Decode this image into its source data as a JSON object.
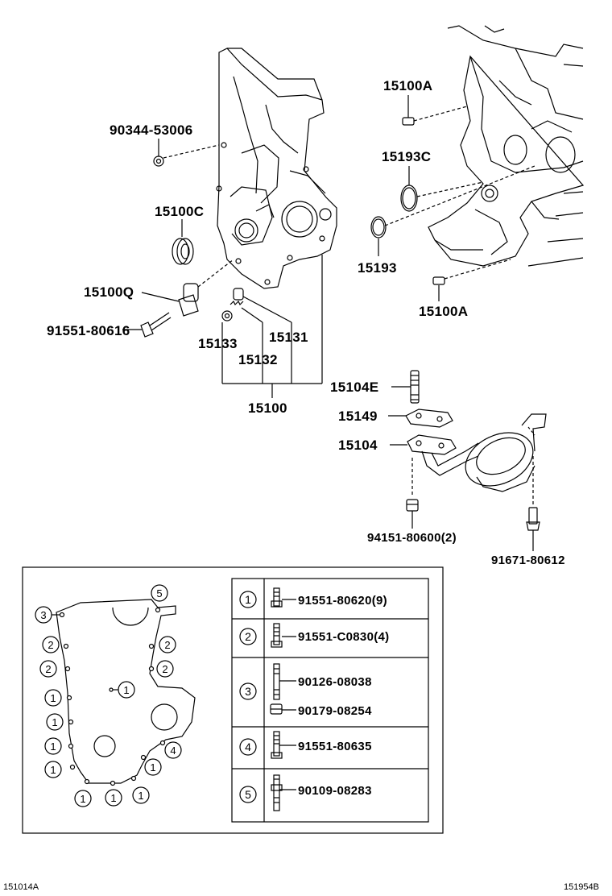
{
  "callouts": {
    "p_90344_53006": "90344-53006",
    "p_15100C": "15100C",
    "p_15100Q": "15100Q",
    "p_91551_80616": "91551-80616",
    "p_15133": "15133",
    "p_15132": "15132",
    "p_15131": "15131",
    "p_15100": "15100",
    "p_15100A_top": "15100A",
    "p_15193C": "15193C",
    "p_15193": "15193",
    "p_15100A_bottom": "15100A",
    "p_15104E": "15104E",
    "p_15149": "15149",
    "p_15104": "15104",
    "p_94151_80600": "94151-80600(2)",
    "p_91671_80612": "91671-80612"
  },
  "bolt_map": [
    {
      "n": "3"
    },
    {
      "n": "5"
    },
    {
      "n": "2"
    },
    {
      "n": "2"
    },
    {
      "n": "2"
    },
    {
      "n": "2"
    },
    {
      "n": "1"
    },
    {
      "n": "1"
    },
    {
      "n": "1"
    },
    {
      "n": "1"
    },
    {
      "n": "1"
    },
    {
      "n": "1"
    },
    {
      "n": "4"
    },
    {
      "n": "1"
    },
    {
      "n": "1"
    },
    {
      "n": "1"
    }
  ],
  "bolt_table": [
    {
      "key": "1",
      "parts": [
        "91551-80620(9)"
      ]
    },
    {
      "key": "2",
      "parts": [
        "91551-C0830(4)"
      ]
    },
    {
      "key": "3",
      "parts": [
        "90126-08038",
        "90179-08254"
      ]
    },
    {
      "key": "4",
      "parts": [
        "91551-80635"
      ]
    },
    {
      "key": "5",
      "parts": [
        "90109-08283"
      ]
    }
  ],
  "footer": {
    "left_code": "151014A",
    "right_code": "151954B"
  }
}
